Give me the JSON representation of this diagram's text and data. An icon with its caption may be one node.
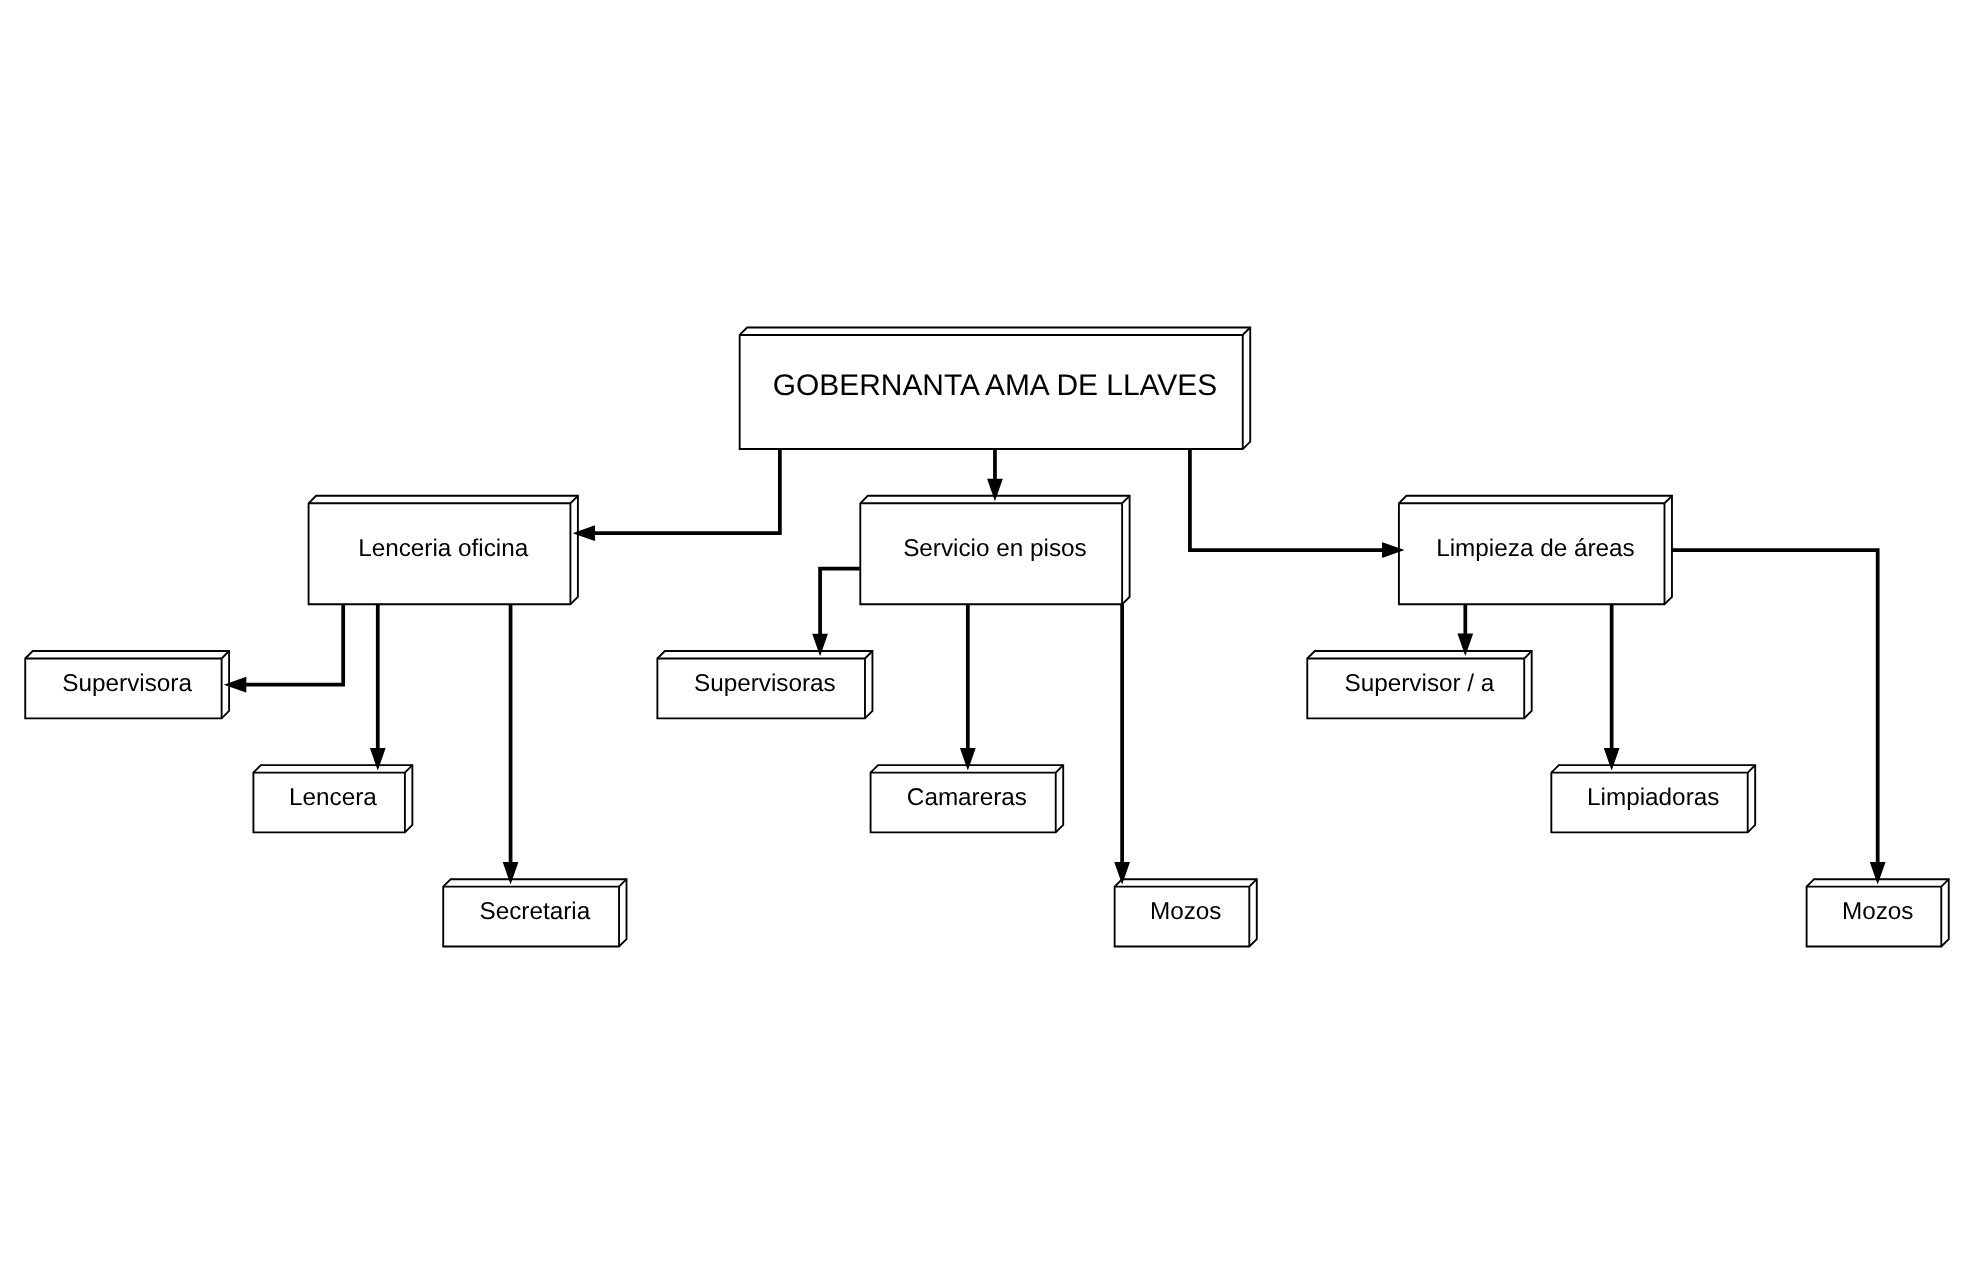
{
  "diagram": {
    "nodes": [
      {
        "text": [
          "GOBERNANTA AMA DE LLAVES"
        ]
      },
      {
        "text": [
          "Lenceria oficina"
        ]
      },
      {
        "text": [
          "Servicio en pisos"
        ]
      },
      {
        "text": [
          "Limpieza de áreas"
        ]
      },
      {
        "text": [
          "Supervisora"
        ]
      },
      {
        "text": [
          "Lencera"
        ]
      },
      {
        "text": [
          "Secretaria"
        ]
      },
      {
        "text": [
          "Supervisoras"
        ]
      },
      {
        "text": [
          "Camareras"
        ]
      },
      {
        "text": [
          "Mozos"
        ]
      },
      {
        "text": [
          "Supervisor / a"
        ]
      },
      {
        "text": [
          "Limpiadoras"
        ]
      },
      {
        "text": [
          "Mozos"
        ]
      }
    ],
    "edges": [
      {
        "from": 0,
        "to": 1,
        "arrow": "to"
      },
      {
        "from": 0,
        "to": 2,
        "arrow": "to"
      },
      {
        "from": 0,
        "to": 3,
        "arrow": "to"
      },
      {
        "from": 1,
        "to": 4,
        "arrow": "to"
      },
      {
        "from": 1,
        "to": 5,
        "arrow": "to"
      },
      {
        "from": 1,
        "to": 6,
        "arrow": "to"
      },
      {
        "from": 2,
        "to": 7,
        "arrow": "to"
      },
      {
        "from": 2,
        "to": 8,
        "arrow": "to"
      },
      {
        "from": 2,
        "to": 9,
        "arrow": "to"
      },
      {
        "from": 3,
        "to": 10,
        "arrow": "to"
      },
      {
        "from": 3,
        "to": 11,
        "arrow": "to"
      },
      {
        "from": 3,
        "to": 12,
        "arrow": "to"
      }
    ]
  }
}
